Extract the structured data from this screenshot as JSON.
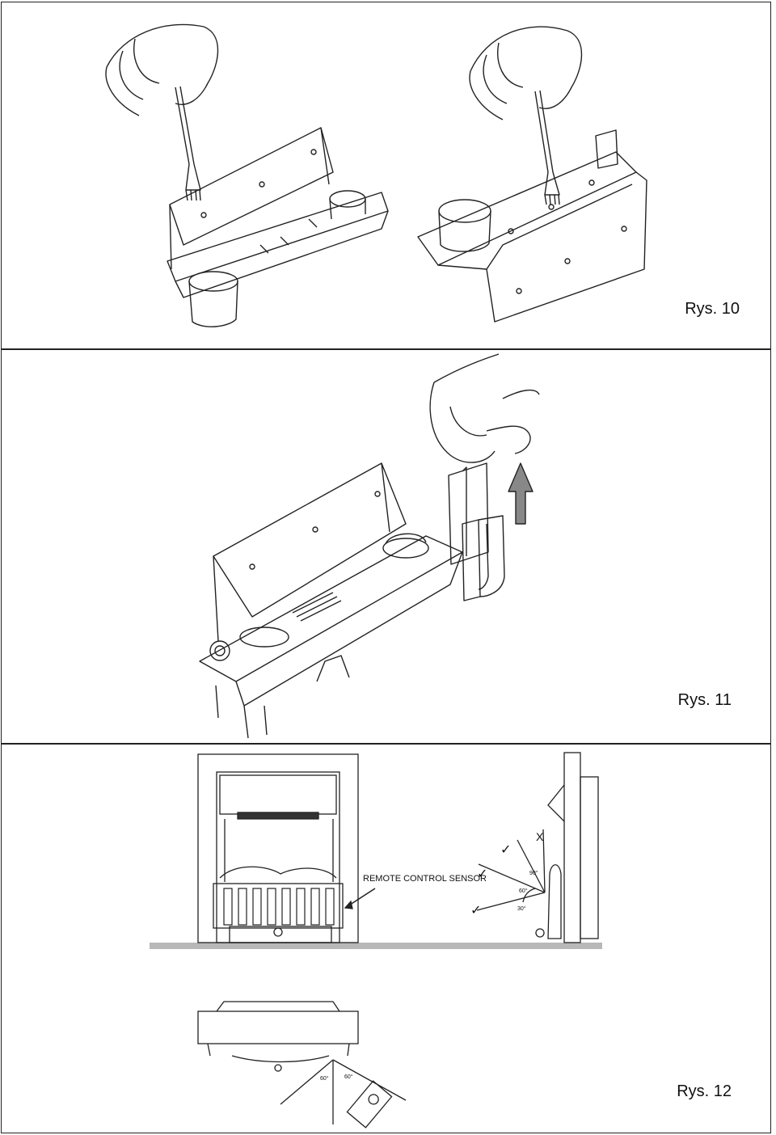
{
  "figures": [
    {
      "caption": "Rys. 10"
    },
    {
      "caption": "Rys. 11"
    },
    {
      "caption": "Rys. 12"
    }
  ],
  "fig12": {
    "sensor_label": "REMOTE CONTROL SENSOR",
    "angle_90": "90°",
    "angle_60": "60°",
    "angle_30": "30°",
    "mark_x": "X",
    "bottom_angle_left": "60°",
    "bottom_angle_right": "60°"
  }
}
